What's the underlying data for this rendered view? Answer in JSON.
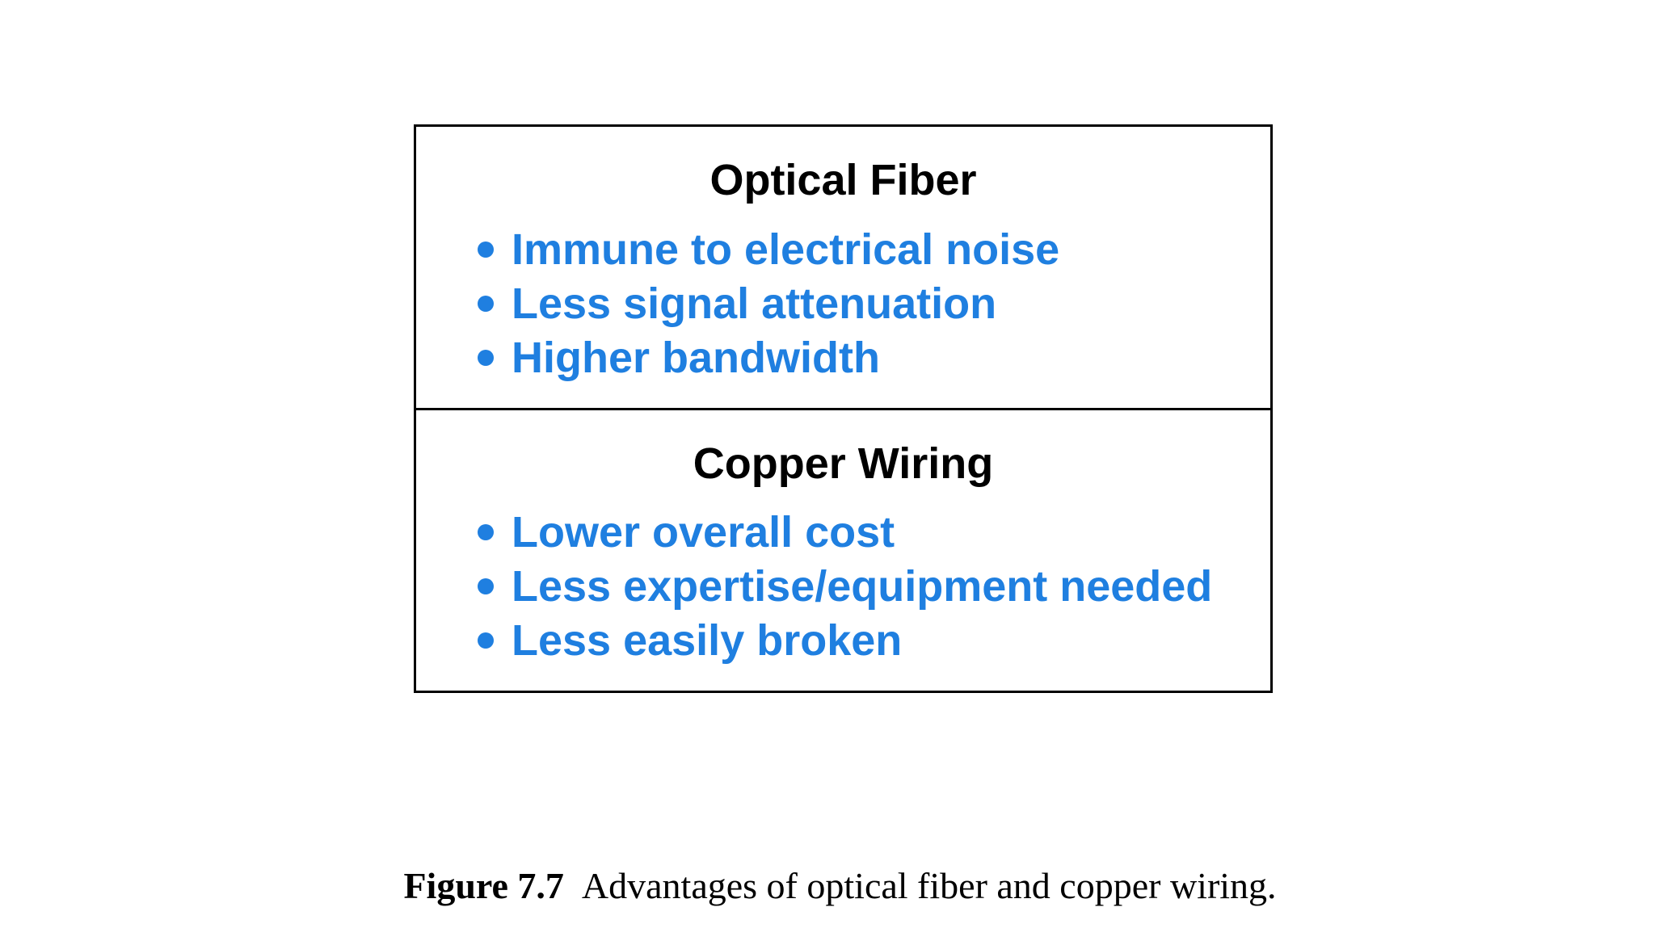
{
  "colors": {
    "item_text": "#1f7fe0",
    "heading_text": "#000000",
    "border": "#000000"
  },
  "sections": [
    {
      "title": "Optical Fiber",
      "items": [
        "Immune to electrical noise",
        "Less signal attenuation",
        "Higher bandwidth"
      ]
    },
    {
      "title": "Copper Wiring",
      "items": [
        "Lower overall cost",
        "Less expertise/equipment needed",
        "Less easily broken"
      ]
    }
  ],
  "caption": {
    "label": "Figure 7.7",
    "text": "Advantages of optical fiber and copper wiring."
  }
}
